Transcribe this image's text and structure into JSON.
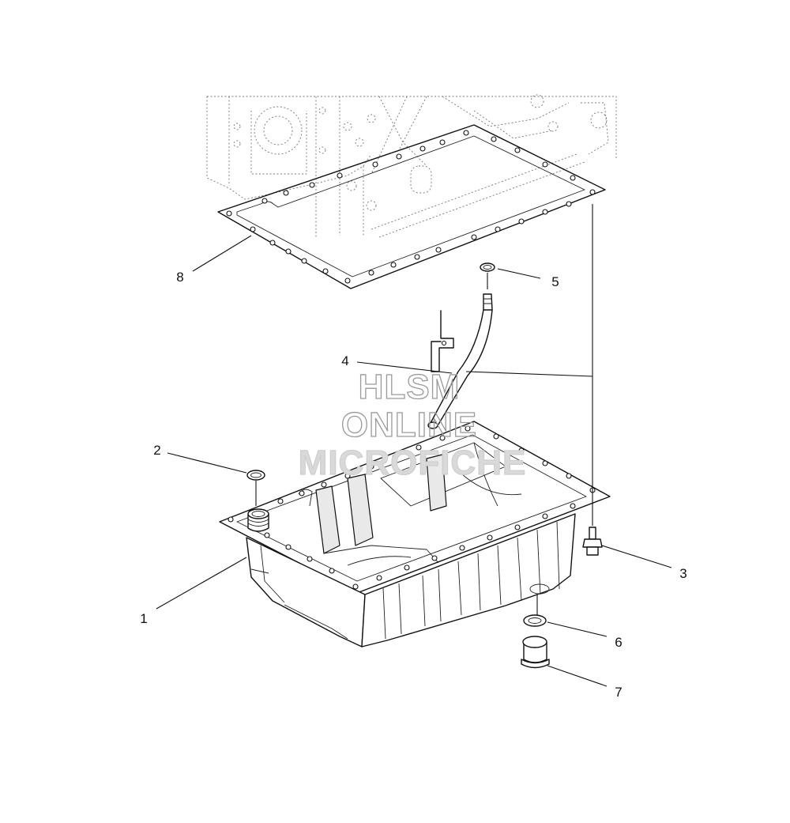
{
  "callouts": [
    {
      "id": "1",
      "label": "1"
    },
    {
      "id": "2",
      "label": "2"
    },
    {
      "id": "3",
      "label": "3"
    },
    {
      "id": "4",
      "label": "4"
    },
    {
      "id": "5",
      "label": "5"
    },
    {
      "id": "6",
      "label": "6"
    },
    {
      "id": "7",
      "label": "7"
    },
    {
      "id": "8",
      "label": "8"
    }
  ],
  "watermark": {
    "line1": "HLSM",
    "line2": "ONLINE",
    "line3": "MICROFICHE"
  },
  "parts": {
    "engine_block": "engine-block-icon",
    "gasket": "gasket-icon",
    "oil_pan": "oil-pan-icon",
    "dipstick_tube": "dipstick-tube-icon",
    "o_ring_top": "o-ring-icon",
    "o_ring_filler": "o-ring-icon",
    "bolt": "bolt-icon",
    "drain_washer": "washer-icon",
    "drain_plug": "drain-plug-icon"
  }
}
